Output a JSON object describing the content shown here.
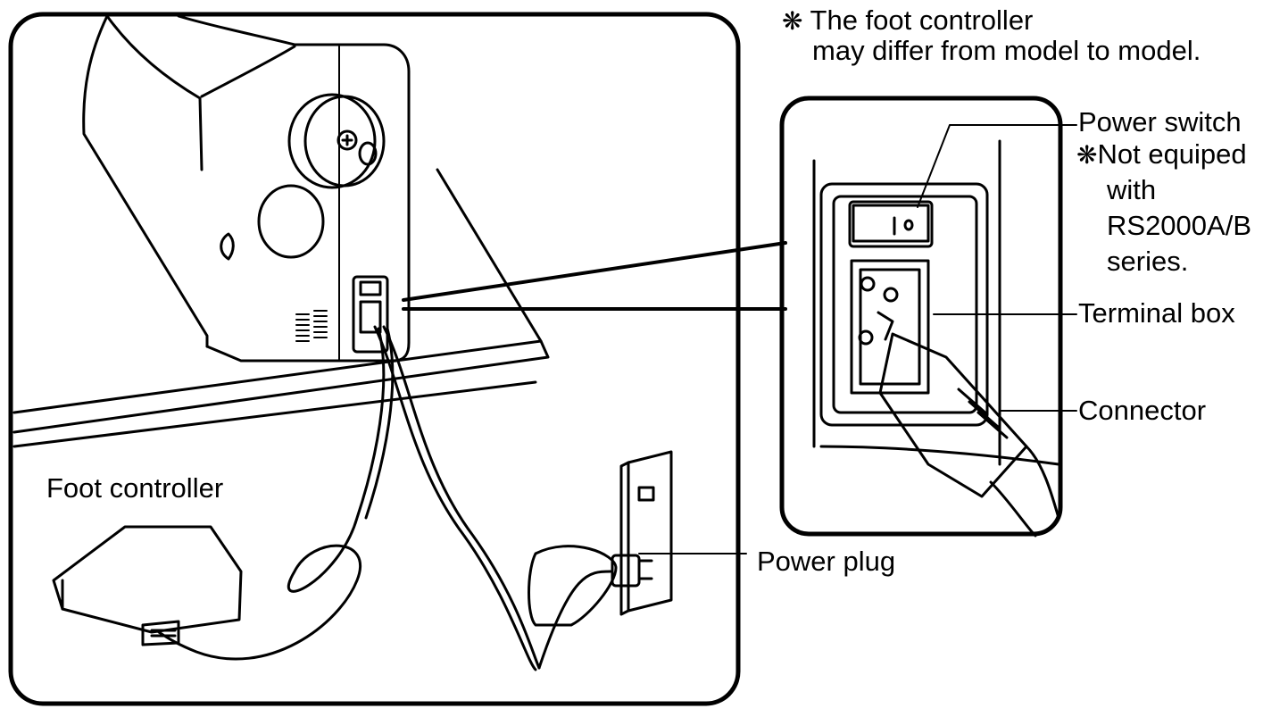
{
  "note": {
    "asterisk": "❋",
    "line1": "The foot controller",
    "line2": "may differ from model to model."
  },
  "labels": {
    "power_switch": "Power switch",
    "not_equipped_asterisk": "❋",
    "not_equipped_line1": "Not equiped",
    "not_equipped_line2": "with",
    "not_equipped_line3": "RS2000A/B",
    "not_equipped_line4": "series.",
    "terminal_box": "Terminal box",
    "connector": "Connector",
    "foot_controller": "Foot controller",
    "power_plug": "Power plug"
  },
  "colors": {
    "line": "#000000",
    "background": "#ffffff"
  }
}
